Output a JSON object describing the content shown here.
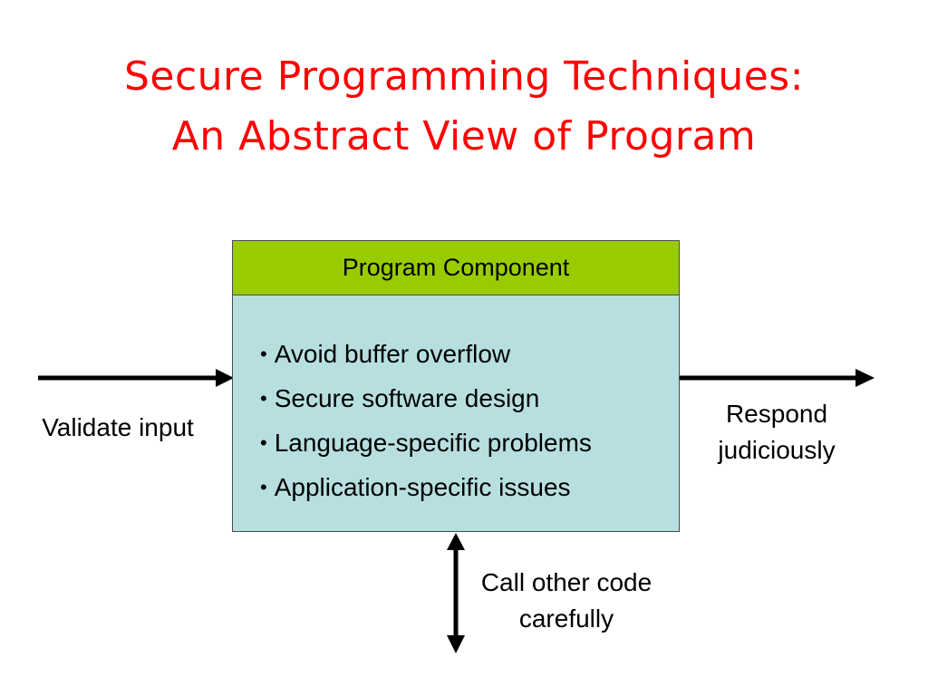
{
  "slide": {
    "title_line1": "Secure Programming Techniques:",
    "title_line2": "An Abstract View of Program"
  },
  "component": {
    "header": "Program Component",
    "bullets": [
      "Avoid buffer overflow",
      "Secure software design",
      "Language-specific problems",
      "Application-specific issues"
    ]
  },
  "labels": {
    "input": "Validate input",
    "output_line1": "Respond",
    "output_line2": "judiciously",
    "call_line1": "Call other code",
    "call_line2": "carefully"
  },
  "colors": {
    "title": "#ff0000",
    "header_fill": "#99cc00",
    "body_fill": "#b8dfe0",
    "arrow": "#000000"
  }
}
